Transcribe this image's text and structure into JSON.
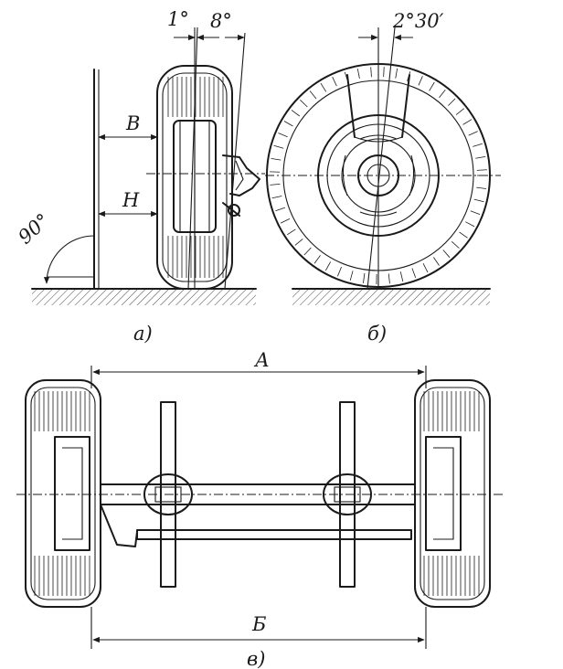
{
  "figure_a": {
    "camber_angle": "1°",
    "kingpin_angle": "8°",
    "dim_upper": "B",
    "dim_lower": "H",
    "right_angle": "90°",
    "caption": "а)"
  },
  "figure_b": {
    "caster_angle": "2°30′",
    "caption": "б)"
  },
  "figure_c": {
    "dim_front": "А",
    "dim_rear": "Б",
    "caption": "в)"
  }
}
